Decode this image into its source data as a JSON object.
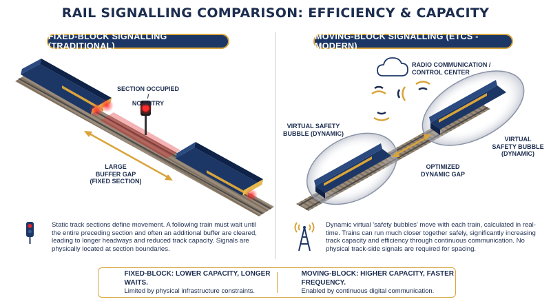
{
  "title": "RAIL SIGNALLING COMPARISON: EFFICIENCY & CAPACITY",
  "left": {
    "heading": "FIXED-BLOCK SIGNALLING (TRADITIONAL)",
    "signal_label_1": "SECTION OCCUPIED /",
    "signal_label_2": "NO ENTRY",
    "gap_label_1": "LARGE",
    "gap_label_2": "BUFFER GAP",
    "gap_label_3": "(FIXED SECTION)",
    "description": "Static track sections define movement. A following train must wait until the entire preceding section and often an additional buffer are cleared, leading to longer headways and reduced track capacity. Signals are physically located at section boundaries."
  },
  "right": {
    "heading": "MOVING-BLOCK SIGNALLING (ETCS - MODERN)",
    "radio_label_1": "RADIO COMMUNICATION /",
    "radio_label_2": "CONTROL CENTER",
    "bubble_left_1": "VIRTUAL SAFETY",
    "bubble_left_2": "BUBBLE (DYNAMIC)",
    "bubble_right_1": "VIRTUAL",
    "bubble_right_2": "SAFETY BUBBLE",
    "bubble_right_3": "(DYNAMIC)",
    "gap_label_1": "OPTIMIZED",
    "gap_label_2": "DYNAMIC GAP",
    "description": "Dynamic virtual 'safety bubbles' move with each train, calculated in real-time. Trains can run much closer together safely, significantly increasing track capacity and efficiency through continuous communication. No physical track-side signals are required for spacing."
  },
  "summary": {
    "left_heading": "FIXED-BLOCK: LOWER CAPACITY, LONGER WAITS.",
    "left_sub": "Limited by physical infrastructure constraints.",
    "right_heading": "MOVING-BLOCK: HIGHER CAPACITY, FASTER FREQUENCY.",
    "right_sub": "Enabled by continuous digital communication."
  },
  "colors": {
    "navy": "#1c3766",
    "gold": "#d9a43a",
    "red": "#e0262a",
    "text": "#1c2d4f"
  }
}
